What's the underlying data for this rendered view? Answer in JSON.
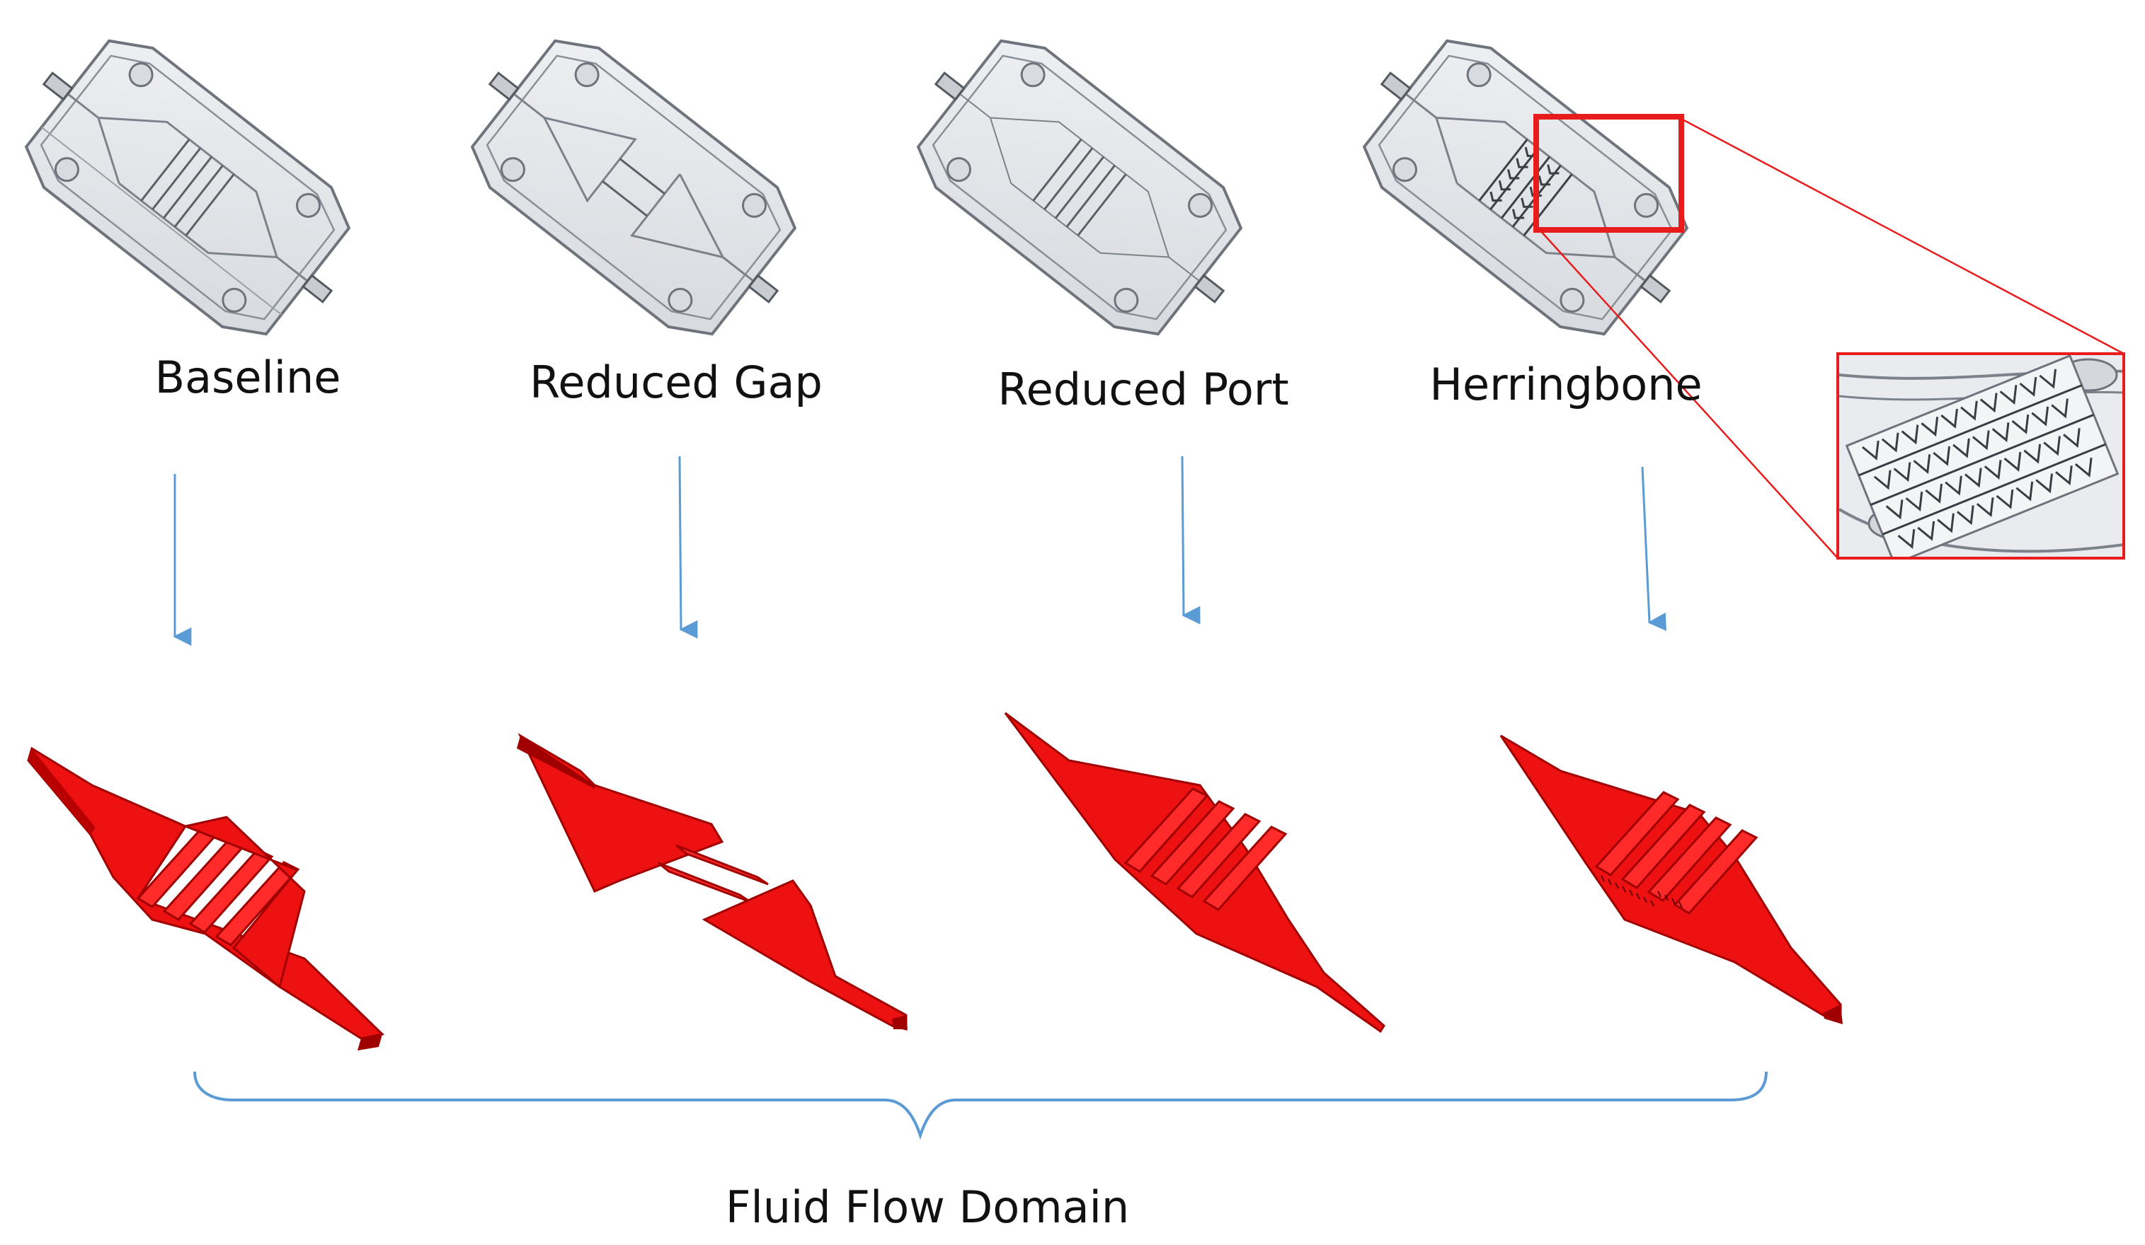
{
  "figure": {
    "designs": [
      {
        "id": "baseline",
        "label": "Baseline",
        "channel": "four-channel"
      },
      {
        "id": "reduced-gap",
        "label": "Reduced Gap",
        "channel": "two-bar-gap"
      },
      {
        "id": "reduced-port",
        "label": "Reduced Port",
        "channel": "four-channel-thin-port"
      },
      {
        "id": "herringbone",
        "label": "Herringbone",
        "channel": "four-channel-herringbone"
      }
    ],
    "bottom_label": "Fluid Flow Domain",
    "colors": {
      "fluid_domain": "#ee1111",
      "fluid_domain_dark": "#a00000",
      "arrow": "#5b9bd5",
      "brace": "#5b9bd5",
      "zoom_box": "#e81c1c",
      "device_body": "#e2e4e8",
      "device_edge": "#6f747c"
    },
    "icons": {
      "device": "microfluidic-chip-3d-model",
      "zoom": "magnifier-inset-box"
    }
  }
}
